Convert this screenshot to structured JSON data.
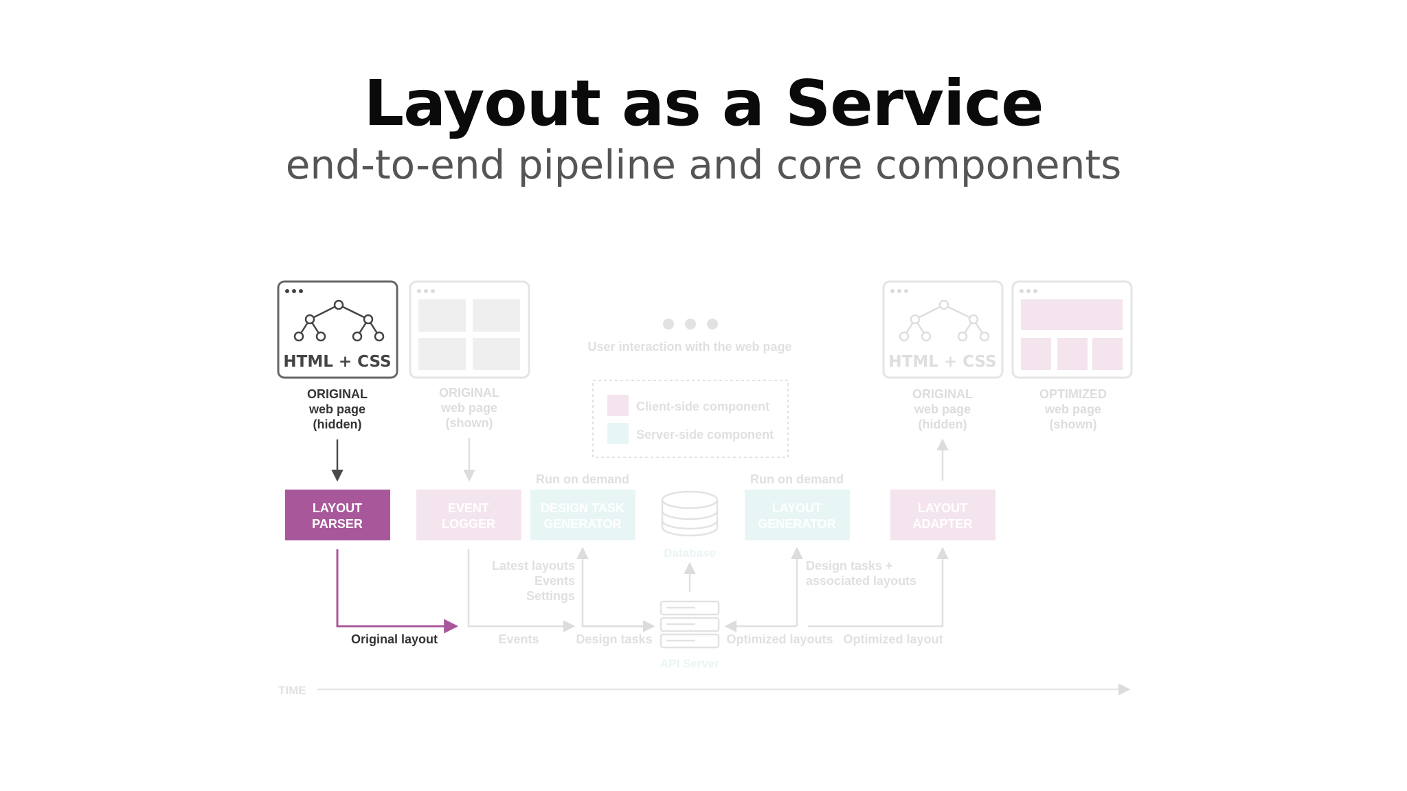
{
  "slide": {
    "title": "Layout as a Service",
    "subtitle": "end-to-end pipeline and core components"
  },
  "diagram": {
    "pages": {
      "original_hidden": {
        "icon_text": "HTML + CSS",
        "line1": "ORIGINAL",
        "line2": "web page",
        "line3": "(hidden)"
      },
      "original_shown": {
        "line1": "ORIGINAL",
        "line2": "web page",
        "line3": "(shown)"
      },
      "original_hidden_2": {
        "icon_text": "HTML + CSS",
        "line1": "ORIGINAL",
        "line2": "web page",
        "line3": "(hidden)"
      },
      "optimized_shown": {
        "line1": "OPTIMIZED",
        "line2": "web page",
        "line3": "(shown)"
      }
    },
    "user_interaction": "User interaction with the web page",
    "legend": {
      "client": "Client-side component",
      "server": "Server-side component"
    },
    "components": {
      "layout_parser": {
        "line1": "LAYOUT",
        "line2": "PARSER"
      },
      "event_logger": {
        "line1": "EVENT",
        "line2": "LOGGER"
      },
      "design_task_generator": {
        "line1": "DESIGN TASK",
        "line2": "GENERATOR"
      },
      "layout_generator": {
        "line1": "LAYOUT",
        "line2": "GENERATOR"
      },
      "layout_adapter": {
        "line1": "LAYOUT",
        "line2": "ADAPTER"
      }
    },
    "run_on_demand_1": "Run on demand",
    "run_on_demand_2": "Run on demand",
    "database": "Database",
    "api_server": "API Server",
    "flow_labels": {
      "original_layout": "Original layout",
      "events": "Events",
      "design_tasks": "Design tasks",
      "optimized_layouts": "Optimized layouts",
      "optimized_layout": "Optimized layout",
      "latest_layouts": "Latest layouts",
      "events_up": "Events",
      "settings": "Settings",
      "design_tasks_assoc_1": "Design tasks +",
      "design_tasks_assoc_2": "associated layouts"
    },
    "time": "TIME",
    "colors": {
      "client": "#a8589a",
      "server": "#a9dbdb",
      "dark": "#4a4a4a",
      "faded": "#d9d9d9"
    }
  }
}
